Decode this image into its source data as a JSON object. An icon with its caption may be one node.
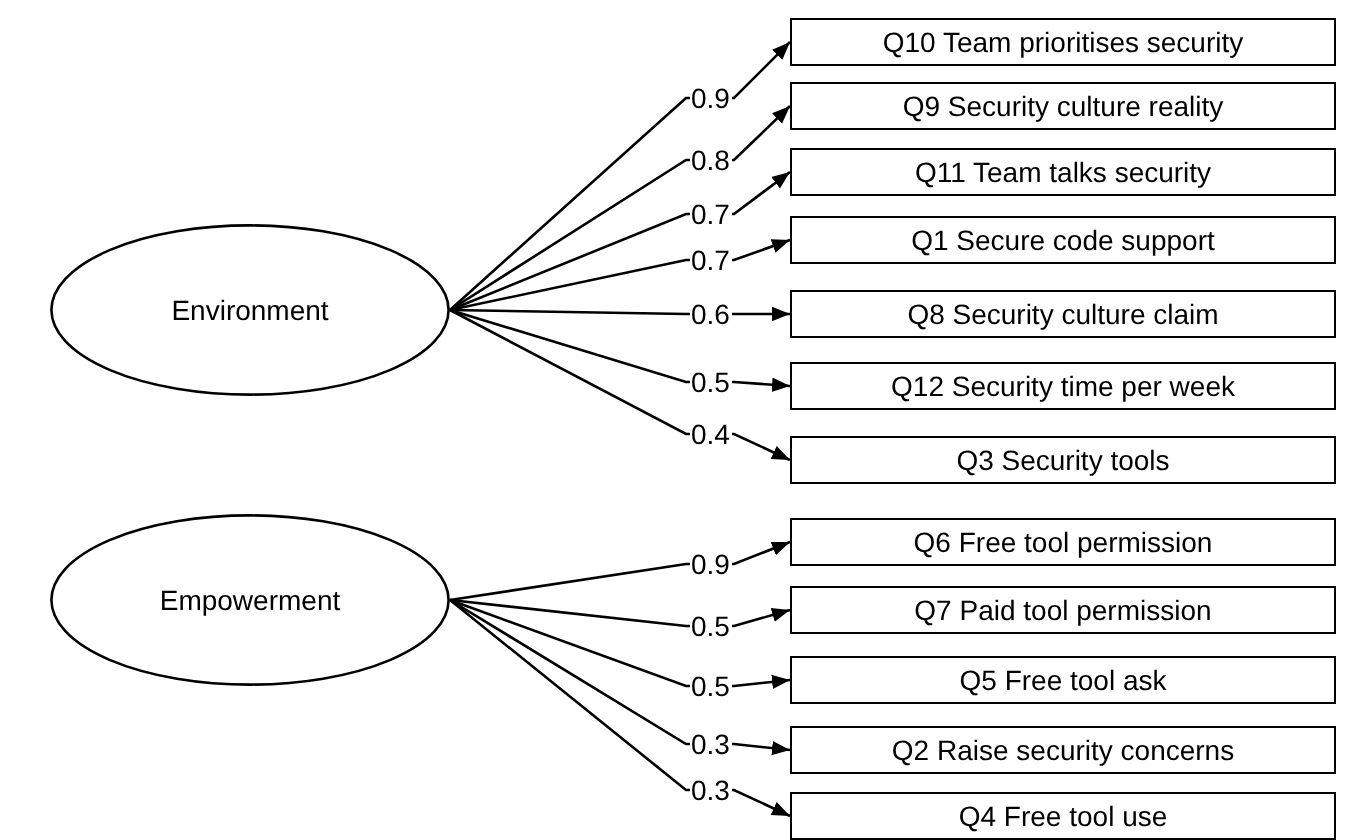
{
  "diagram": {
    "nodes": [
      {
        "text": [
          "Environment"
        ]
      },
      {
        "text": [
          "Empowerment"
        ]
      },
      {
        "text": [
          "Q10 Team prioritises security"
        ]
      },
      {
        "text": [
          "Q9 Security culture reality"
        ]
      },
      {
        "text": [
          "Q11 Team talks security"
        ]
      },
      {
        "text": [
          "Q1 Secure code support"
        ]
      },
      {
        "text": [
          "Q8 Security culture claim"
        ]
      },
      {
        "text": [
          "Q12 Security time per week"
        ]
      },
      {
        "text": [
          "Q3 Security tools"
        ]
      },
      {
        "text": [
          "Q6 Free tool permission"
        ]
      },
      {
        "text": [
          "Q7 Paid tool permission"
        ]
      },
      {
        "text": [
          "Q5 Free tool ask"
        ]
      },
      {
        "text": [
          "Q2 Raise security concerns"
        ]
      },
      {
        "text": [
          "Q4 Free tool use"
        ]
      }
    ],
    "edges": [
      {
        "from": 0,
        "to": 2,
        "arrow": "to",
        "label": "0.9"
      },
      {
        "from": 0,
        "to": 3,
        "arrow": "to",
        "label": "0.8"
      },
      {
        "from": 0,
        "to": 4,
        "arrow": "to",
        "label": "0.7"
      },
      {
        "from": 0,
        "to": 5,
        "arrow": "to",
        "label": "0.7"
      },
      {
        "from": 0,
        "to": 6,
        "arrow": "to",
        "label": "0.6"
      },
      {
        "from": 0,
        "to": 7,
        "arrow": "to",
        "label": "0.5"
      },
      {
        "from": 0,
        "to": 8,
        "arrow": "to",
        "label": "0.4"
      },
      {
        "from": 1,
        "to": 9,
        "arrow": "to",
        "label": "0.9"
      },
      {
        "from": 1,
        "to": 10,
        "arrow": "to",
        "label": "0.5"
      },
      {
        "from": 1,
        "to": 11,
        "arrow": "to",
        "label": "0.5"
      },
      {
        "from": 1,
        "to": 12,
        "arrow": "to",
        "label": "0.3"
      },
      {
        "from": 1,
        "to": 13,
        "arrow": "to",
        "label": "0.3"
      }
    ]
  }
}
